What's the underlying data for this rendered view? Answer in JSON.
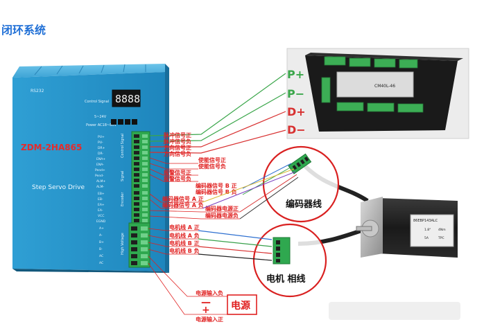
{
  "header": {
    "title": "闭环系统"
  },
  "driver": {
    "model": "ZDM-2HA865",
    "name": "Step Servo Drive",
    "rs232": "RS232",
    "control_signal": "Control Signal",
    "voltage_dc": "5~24V",
    "power": "Power AC18~80V",
    "sections": [
      "Control Signal",
      "Signal",
      "Encoder",
      "High Voltage"
    ],
    "pins_control": [
      "PU+",
      "PU-",
      "DR+",
      "DR-",
      "ENA+",
      "ENA-"
    ],
    "pins_signal": [
      "Pend+",
      "Pend-",
      "ALM+",
      "ALM-"
    ],
    "pins_encoder": [
      "EB+",
      "EB-",
      "EA+",
      "EA-",
      "VCC",
      "EGND"
    ],
    "pins_power": [
      "A+",
      "A-",
      "B+",
      "B-",
      "AC",
      "AC"
    ]
  },
  "signal_labels": {
    "pulse_pos": "脉冲信号正",
    "pulse_neg": "脉冲信号负",
    "dir_pos": "方向信号正",
    "dir_neg": "方向信号负",
    "ena_pos": "使能信号正",
    "ena_neg": "使能信号负",
    "alm_pos": "报警信号正",
    "alm_neg": "报警信号负",
    "enc_b_pos": "编码器信号 B 正",
    "enc_b_neg": "编码器信号 B 负",
    "enc_a_pos": "编码器信号 A 正",
    "enc_a_neg": "编码器信号 A 负",
    "enc_pwr_pos": "编码器电源正",
    "enc_pwr_neg": "编码器电源负",
    "motor_a_pos": "电机线 A 正",
    "motor_a_neg": "电机线 A 负",
    "motor_b_pos": "电机线 B 正",
    "motor_b_neg": "电机线 B 负",
    "supply_neg": "电源输入负",
    "supply_pos": "电源输入正"
  },
  "controller": {
    "label_p_plus": "P+",
    "label_p_minus": "P−",
    "label_d_plus": "D+",
    "label_d_minus": "D−",
    "model": "CM40L-46"
  },
  "callouts": {
    "encoder_line": "编码器线",
    "motor_phase": "电机 相线",
    "power_box": "电源",
    "minus_sign": "—",
    "plus_sign": "+"
  },
  "motor": {
    "label_model": "86EBP143ALC",
    "label_spec_1": "1.8°",
    "label_spec_2": "4Nm",
    "label_spec_3": "5A",
    "label_spec_4": "TPC"
  },
  "colors": {
    "title": "#1f6fd6",
    "driver_body": "#2a93c9",
    "terminal_green": "#2fa84f",
    "label_red": "#e02020",
    "circle_red": "#d92020",
    "wire_green": "#3aa64a",
    "wire_red": "#d83030"
  }
}
